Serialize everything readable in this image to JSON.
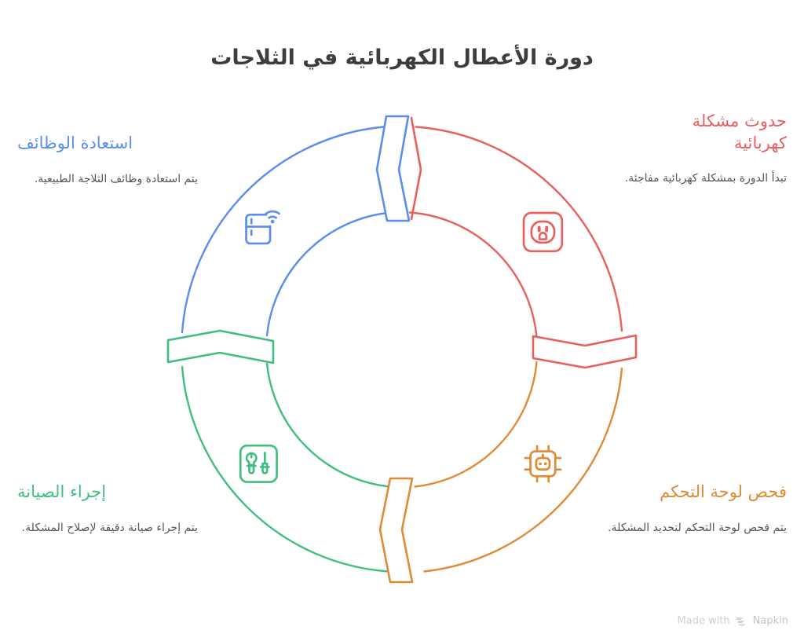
{
  "title": "دورة الأعطال الكهربائية في الثلاجات",
  "diagram": {
    "type": "cycle",
    "direction": "clockwise",
    "segment_count": 4,
    "steps": [
      {
        "id": "electrical-problem",
        "position": "top-right",
        "title": "حدوث مشكلة\nكهربائية",
        "description": "تبدأ الدورة بمشكلة كهربائية مفاجئة.",
        "color": "#e8605d",
        "icon": "power-outlet-icon"
      },
      {
        "id": "control-panel-inspection",
        "position": "bottom-right",
        "title": "فحص لوحة التحكم",
        "description": "يتم فحص لوحة التحكم لتحديد المشكلة.",
        "color": "#e08a36",
        "icon": "microchip-icon"
      },
      {
        "id": "perform-maintenance",
        "position": "bottom-left",
        "title": "إجراء الصيانة",
        "description": "يتم إجراء صيانة دقيقة لإصلاح المشكلة.",
        "color": "#3fbf7f",
        "icon": "tools-icon"
      },
      {
        "id": "restore-functions",
        "position": "top-left",
        "title": "استعادة الوظائف",
        "description": "يتم استعادة وظائف الثلاجة الطبيعية.",
        "color": "#5b8def",
        "icon": "smart-fridge-icon"
      }
    ],
    "connectors": [
      {
        "id": "connector-top",
        "at": "top",
        "points_to": "left",
        "color": "#5b8def",
        "pair_color": "#e8605d"
      },
      {
        "id": "connector-right",
        "at": "right",
        "points_to": "down",
        "color": "#e8605d"
      },
      {
        "id": "connector-bottom",
        "at": "bottom",
        "points_to": "left",
        "color": "#e08a36"
      },
      {
        "id": "connector-left",
        "at": "left",
        "points_to": "up",
        "color": "#3fbf7f"
      }
    ]
  },
  "watermark": {
    "prefix": "Made with",
    "brand": "Napkin"
  }
}
